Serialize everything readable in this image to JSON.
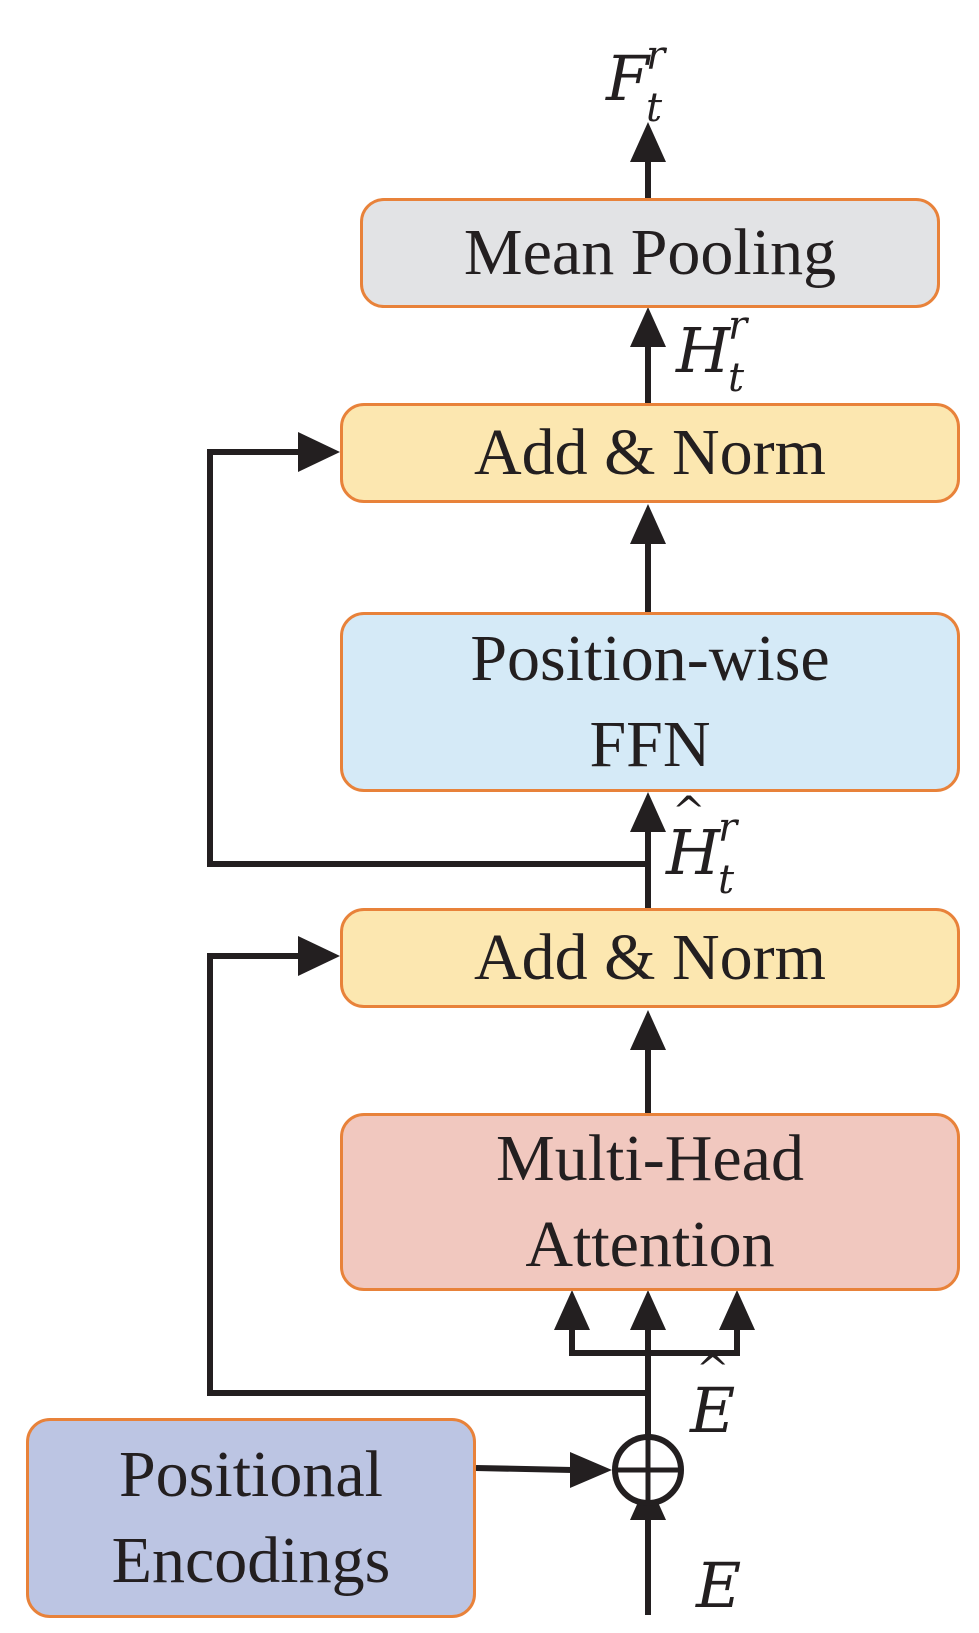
{
  "blocks": {
    "mean_pooling": {
      "label": "Mean Pooling",
      "fill": "#e2e3e5"
    },
    "add_norm_top": {
      "label": "Add & Norm",
      "fill": "#fce7b0"
    },
    "ffn": {
      "line1": "Position-wise",
      "line2": "FFN",
      "fill": "#d5eaf7"
    },
    "add_norm_bottom": {
      "label": "Add & Norm",
      "fill": "#fce7b0"
    },
    "attention": {
      "line1": "Multi-Head",
      "line2": "Attention",
      "fill": "#f1c8bf"
    },
    "positional": {
      "line1": "Positional",
      "line2": "Encodings",
      "fill": "#bcc5e3"
    }
  },
  "symbols": {
    "output": {
      "base": "F",
      "sup": "r",
      "sub": "t"
    },
    "hidden": {
      "base": "H",
      "sup": "r",
      "sub": "t"
    },
    "hidden_hat": {
      "base": "H",
      "hat": "^",
      "sup": "r",
      "sub": "t"
    },
    "embed_hat": {
      "base": "E",
      "hat": "^"
    },
    "embed": {
      "base": "E"
    }
  },
  "colors": {
    "border": "#e8823a",
    "line": "#231f20"
  }
}
